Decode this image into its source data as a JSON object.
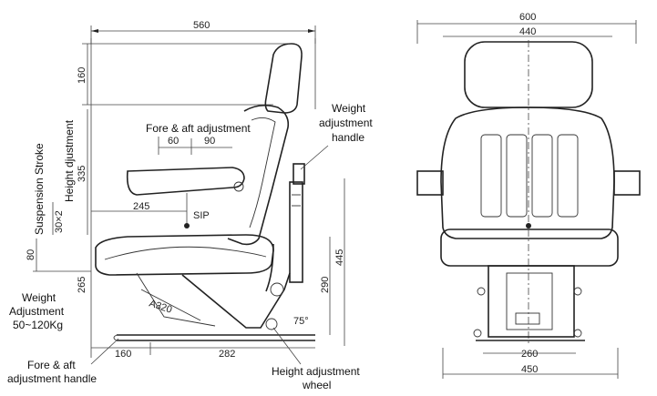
{
  "dimensions": {
    "side_width": "560",
    "headrest_height": "160",
    "fore_aft_60": "60",
    "fore_aft_90": "90",
    "armrest_height": "335",
    "sip_distance": "245",
    "susp_stroke": "30×2",
    "stroke_80": "80",
    "seat_height": "265",
    "base_160": "160",
    "rail_282": "282",
    "back_height": "290",
    "overall_height": "445",
    "tilt_angle": "75°",
    "small_label": "A320",
    "front_600": "600",
    "front_440": "440",
    "front_260": "260",
    "front_450": "450"
  },
  "labels": {
    "fore_aft_adjustment": "Fore & aft adjustment",
    "weight_handle_1": "Weight",
    "weight_handle_2": "adjustment",
    "weight_handle_3": "handle",
    "suspension_stroke": "Suspension Stroke",
    "height_djustment": "Height djustment",
    "sip": "SIP",
    "weight_adj_1": "Weight",
    "weight_adj_2": "Adjustment",
    "weight_adj_3": "50~120Kg",
    "fore_aft_handle_1": "Fore & aft",
    "fore_aft_handle_2": "adjustment handle",
    "height_wheel_1": "Height adjustment",
    "height_wheel_2": "wheel"
  },
  "colors": {
    "line": "#222222",
    "background": "#ffffff"
  }
}
